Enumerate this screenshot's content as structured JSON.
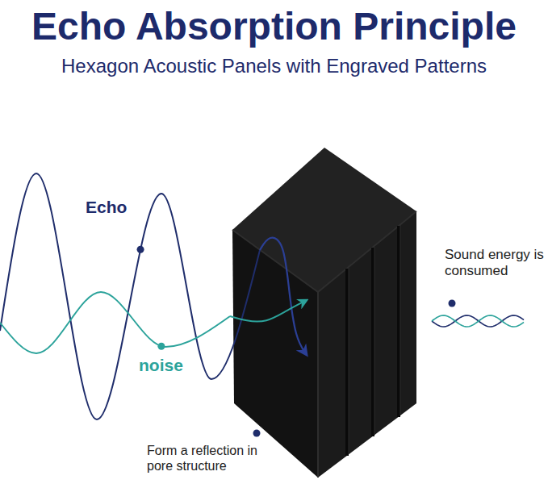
{
  "diagram": {
    "title": "Echo Absorption Principle",
    "labels": [
      "Hexagon Acoustic Panels with Engraved Patterns",
      "Echo",
      "noise",
      "Sound energy is consumed",
      "Form a reflection in pore structure"
    ]
  }
}
